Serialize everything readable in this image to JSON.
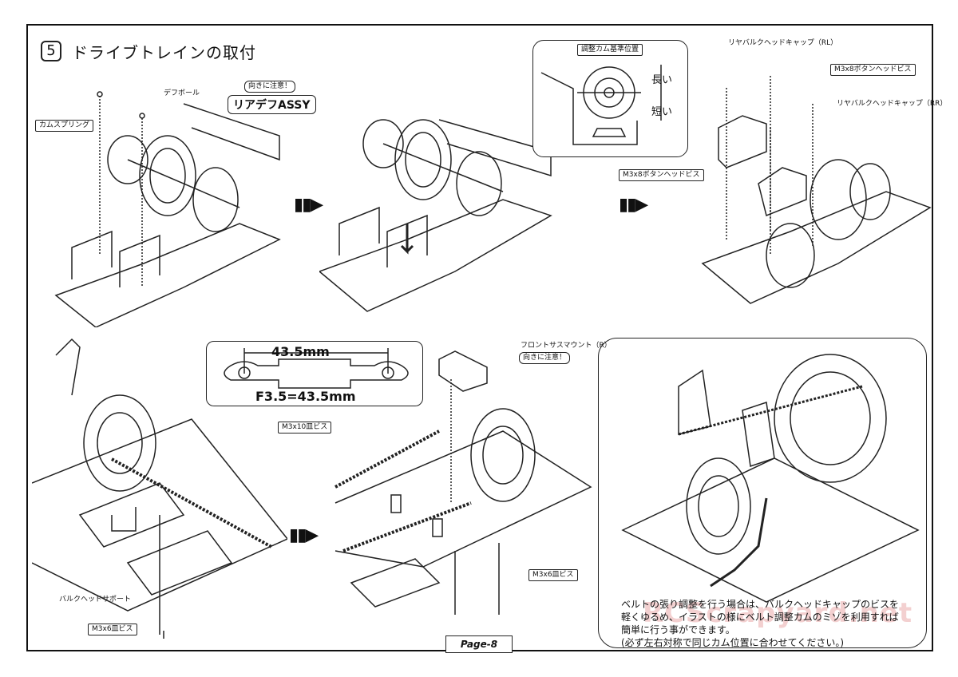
{
  "step": {
    "number": "5",
    "title": "ドライブトレインの取付"
  },
  "labels": {
    "diff_ball": "デフボール",
    "cam_spring": "カムスプリング",
    "direction_note": "向きに注意！",
    "rear_diff": "リアデフASSY",
    "cam_ref": "調整カム基準位置",
    "long": "長い",
    "short": "短い",
    "bulkhead_cap_rl": "リヤバルクヘッドキャップ（RL）",
    "button_screw_1": "M3x8ボタンヘッドビス",
    "bulkhead_cap_rr": "リヤバルクヘッドキャップ（RR）",
    "button_screw_2": "M3x8ボタンヘッドビス",
    "dim_top": "43.5mm",
    "dim_formula": "F3.5=43.5mm",
    "flat_screw_10": "M3x10皿ビス",
    "front_sus_mount": "フロントサスマウント（R）",
    "direction_note_2": "向きに注意！",
    "flat_screw_6a": "M3x6皿ビス",
    "bulkhead_support": "バルクヘッドサポート",
    "flat_screw_6b": "M3x6皿ビス"
  },
  "note": {
    "line1": "ベルトの張り調整を行う場合は、バルクヘッドキャップのビスを",
    "line2": "軽くゆるめ、イラストの様にベルト調整カムのミゾを利用すれば",
    "line3": "簡単に行う事ができます。",
    "line4": "(必ず左右対称で同じカム位置に合わせてください。)"
  },
  "page": "Page-8",
  "watermark": "RCScrapyard.net"
}
